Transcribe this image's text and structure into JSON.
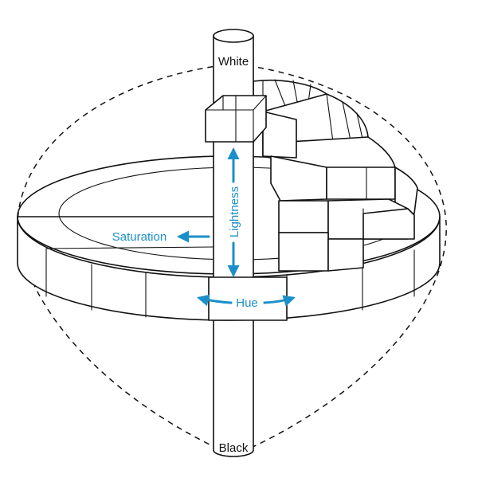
{
  "labels": {
    "top": "White",
    "bottom": "Black",
    "vertical_axis": "Lightness",
    "radial_axis": "Saturation",
    "circular_axis": "Hue"
  },
  "colors": {
    "accent": "#1b8fc9",
    "line": "#111111",
    "background": "#ffffff"
  }
}
